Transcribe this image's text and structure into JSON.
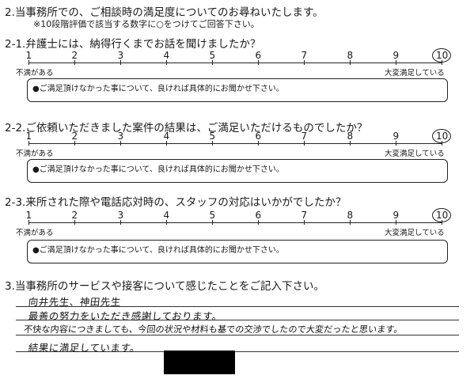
{
  "section2": {
    "title": "2.当事務所での、ご相談時の満足度についてのお尋ねいたします。",
    "note": "※10段階評価で該当する数字に○をつけてご回答下さい。"
  },
  "scale": {
    "numbers": [
      "1",
      "2",
      "3",
      "4",
      "5",
      "6",
      "7",
      "8",
      "9",
      "10"
    ],
    "low_label": "不満がある",
    "high_label": "大変満足している"
  },
  "comment_prompt": "●ご満足頂けなかった事について、良ければ具体的にお聞かせ下さい。",
  "questions": [
    {
      "title": "2-1.弁護士には、納得行くまでお話を聞けましたか？",
      "selected": 10
    },
    {
      "title": "2-2.ご依頼いただきました案件の結果は、ご満足いただけるものでしたか？",
      "selected": 10
    },
    {
      "title": "2-3.来所された際や電話応対時の、スタッフの対応はいかがでしたか？",
      "selected": 10
    }
  ],
  "section3": {
    "title": "3.当事務所のサービスや接客について感じたことをご記入下さい。",
    "handwritten_lines": [
      "向井先生、神田先生",
      "最善の努力をいただき感謝しております。",
      "不快な内容につきましても、今回の状況や材料も基での交渉でしたので大変だったと思います。",
      "結果に満足しています。"
    ]
  }
}
